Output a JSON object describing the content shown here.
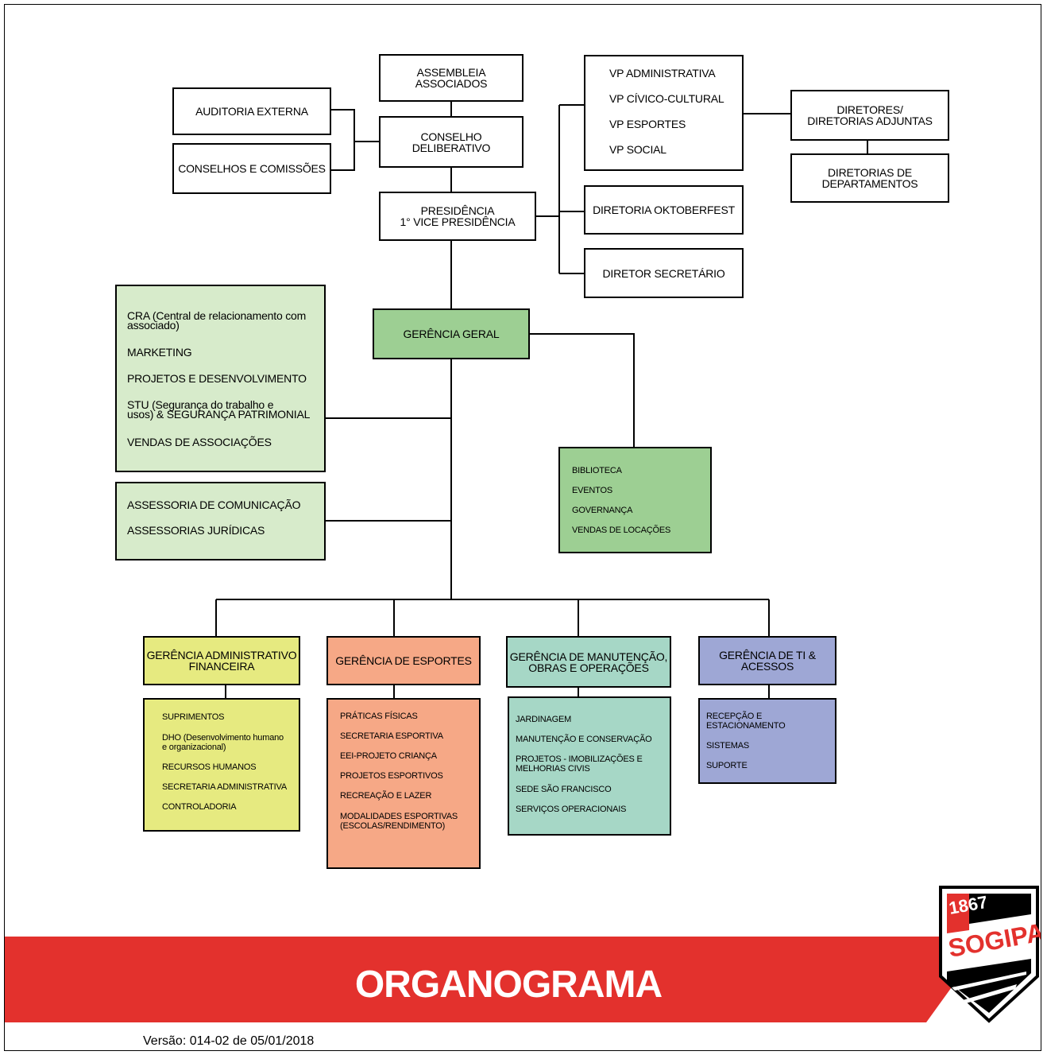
{
  "top": {
    "assembleia": "ASSEMBLEIA ASSOCIADOS",
    "conselho": "CONSELHO DELIBERATIVO",
    "auditoria": "AUDITORIA EXTERNA",
    "conselhos": "CONSELHOS E COMISSÕES",
    "presidencia": [
      "PRESIDÊNCIA",
      "1° VICE PRESIDÊNCIA"
    ],
    "vps": [
      "VP ADMINISTRATIVA",
      "VP CÍVICO-CULTURAL",
      "VP ESPORTES",
      "VP SOCIAL"
    ],
    "oktoberfest": "DIRETORIA OKTOBERFEST",
    "secretario": "DIRETOR SECRETÁRIO",
    "diretores": [
      "DIRETORES/",
      "DIRETORIAS ADJUNTAS"
    ],
    "departamentos": [
      "DIRETORIAS DE",
      "DEPARTAMENTOS"
    ]
  },
  "middle": {
    "gerencia_geral": "GERÊNCIA GERAL",
    "staff_left": [
      "CRA (Central de relacionamento com",
      "associado)",
      "MARKETING",
      "PROJETOS E DESENVOLVIMENTO",
      "STU (Segurança do trabalho e",
      "usos) & SEGURANÇA PATRIMONIAL",
      "VENDAS DE ASSOCIAÇÕES"
    ],
    "assessorias": [
      "ASSESSORIA DE COMUNICAÇÃO",
      "ASSESSORIAS JURÍDICAS"
    ],
    "staff_right": [
      "BIBLIOTECA",
      "EVENTOS",
      "GOVERNANÇA",
      "VENDAS DE LOCAÇÕES"
    ]
  },
  "managers": {
    "adm": {
      "title": [
        "GERÊNCIA ADMINISTRATIVO",
        "FINANCEIRA"
      ],
      "items": [
        "SUPRIMENTOS",
        "DHO (Desenvolvimento humano",
        "e organizacional)",
        "RECURSOS HUMANOS",
        "SECRETARIA ADMINISTRATIVA",
        "CONTROLADORIA"
      ]
    },
    "esp": {
      "title": [
        "GERÊNCIA DE ESPORTES"
      ],
      "items": [
        "PRÁTICAS FÍSICAS",
        "SECRETARIA ESPORTIVA",
        "EEI-PROJETO CRIANÇA",
        "PROJETOS ESPORTIVOS",
        "RECREAÇÃO E LAZER",
        "MODALIDADES ESPORTIVAS",
        "(ESCOLAS/RENDIMENTO)"
      ]
    },
    "man": {
      "title": [
        "GERÊNCIA  DE MANUTENÇÃO,",
        "OBRAS E OPERAÇÕES"
      ],
      "items": [
        "JARDINAGEM",
        "MANUTENÇÃO E CONSERVAÇÃO",
        "PROJETOS - IMOBILIZAÇÕES E",
        "MELHORIAS CIVIS",
        "SEDE SÃO FRANCISCO",
        "SERVIÇOS OPERACIONAIS"
      ]
    },
    "ti": {
      "title": [
        "GERÊNCIA DE TI &",
        "ACESSOS"
      ],
      "items": [
        "RECEPÇÃO E",
        "ESTACIONAMENTO",
        "SISTEMAS",
        "SUPORTE"
      ]
    }
  },
  "banner": {
    "title": "ORGANOGRAMA"
  },
  "footer": {
    "version": "Versão: 014-02 de 05/01/2018"
  },
  "logo": {
    "year": "1867",
    "name": "SOGIPA"
  },
  "colors": {
    "red": "#e3312d",
    "light_green": "#d7ebcb",
    "mid_green": "#9dcf93",
    "yellow": "#e6ea80",
    "orange": "#f6a886",
    "teal": "#a6d7c6",
    "purple": "#9ea7d5"
  }
}
